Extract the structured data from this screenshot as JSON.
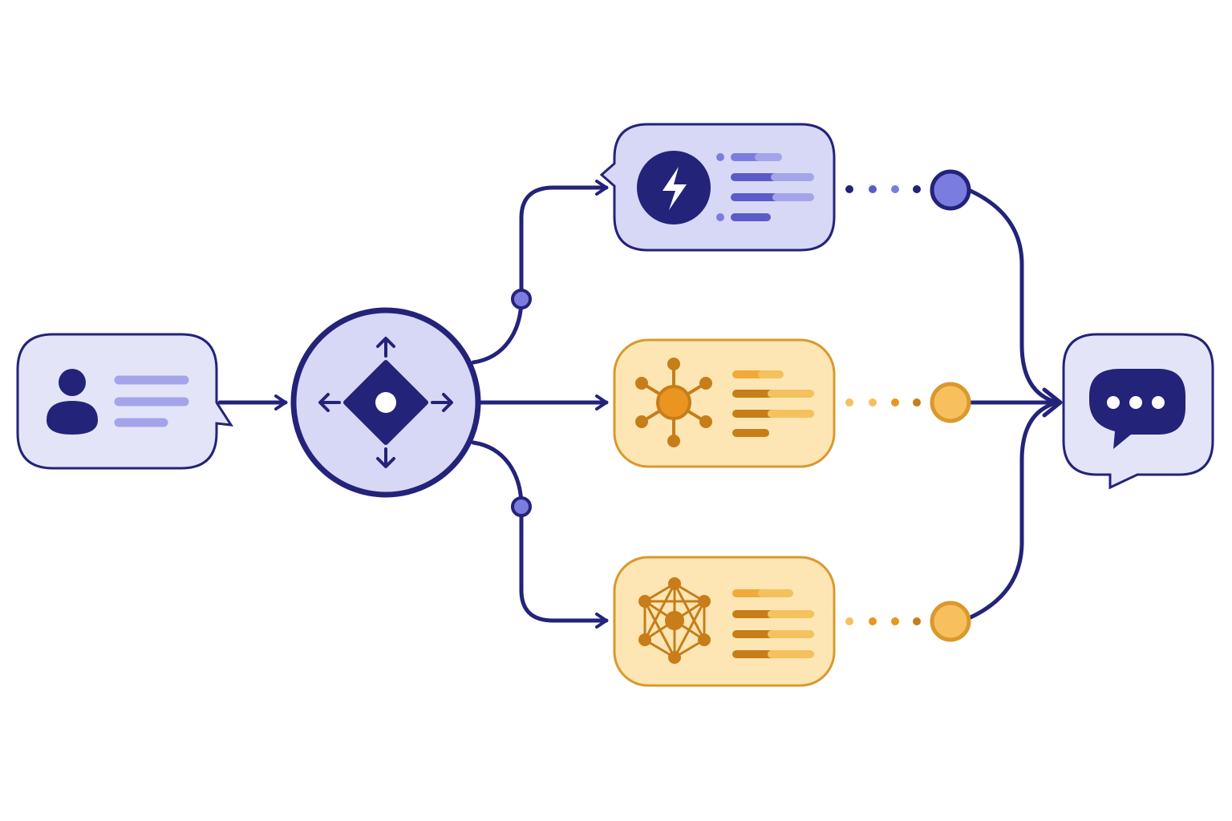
{
  "colors": {
    "navy": "#23237a",
    "lavender_fill": "#d7d8f5",
    "lavender_bar": "#a3a4ea",
    "periwinkle": "#7b7ce0",
    "amber_fill": "#fde6b4",
    "amber_stroke": "#d9992e",
    "amber_bar": "#c77d18",
    "amber_bar_light": "#f5c15c",
    "amber_node": "#e9951f"
  },
  "nodes": {
    "input": {
      "icon": "user-icon",
      "text_lines": 3
    },
    "router": {
      "icon": "router-arrows-icon"
    },
    "branch_top": {
      "icon": "lightning-icon",
      "theme": "lavender",
      "text_lines": 4
    },
    "branch_middle": {
      "icon": "hub-network-icon",
      "theme": "amber",
      "text_lines": 4
    },
    "branch_bottom": {
      "icon": "mesh-network-icon",
      "theme": "amber",
      "text_lines": 4
    },
    "output": {
      "icon": "chat-bubble-icon"
    }
  },
  "edges": [
    {
      "from": "input",
      "to": "router",
      "style": "solid-arrow"
    },
    {
      "from": "router",
      "to": "branch_top",
      "style": "solid-arrow"
    },
    {
      "from": "router",
      "to": "branch_middle",
      "style": "solid-arrow"
    },
    {
      "from": "router",
      "to": "branch_bottom",
      "style": "solid-arrow"
    },
    {
      "from": "branch_top",
      "to": "output",
      "style": "dotted-then-solid"
    },
    {
      "from": "branch_middle",
      "to": "output",
      "style": "dotted-then-solid"
    },
    {
      "from": "branch_bottom",
      "to": "output",
      "style": "dotted-then-solid"
    }
  ]
}
